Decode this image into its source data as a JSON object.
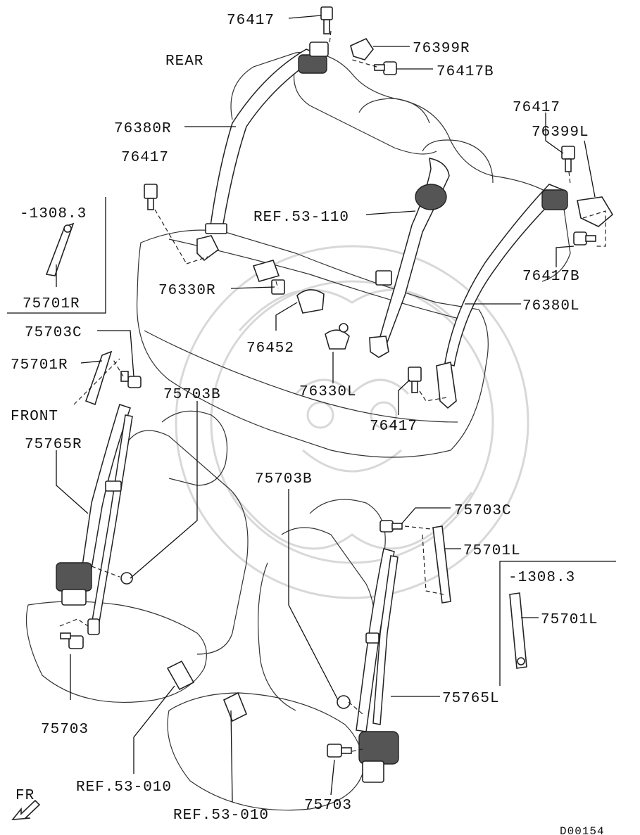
{
  "diagram_id": "D00154",
  "headings": {
    "rear": "REAR",
    "front": "FRONT",
    "fr_arrow": "FR"
  },
  "part_labels": [
    {
      "key": "p76417_top",
      "text": "76417"
    },
    {
      "key": "p76399R",
      "text": "76399R"
    },
    {
      "key": "p76417B_top",
      "text": "76417B"
    },
    {
      "key": "p76380R",
      "text": "76380R"
    },
    {
      "key": "p76417_left",
      "text": "76417"
    },
    {
      "key": "pREF53_110",
      "text": "REF.53-110"
    },
    {
      "key": "p76417_right",
      "text": "76417"
    },
    {
      "key": "p76399L",
      "text": "76399L"
    },
    {
      "key": "p76417B_right",
      "text": "76417B"
    },
    {
      "key": "p76380L",
      "text": "76380L"
    },
    {
      "key": "p76330R",
      "text": "76330R"
    },
    {
      "key": "p76452",
      "text": "76452"
    },
    {
      "key": "p76330L",
      "text": "76330L"
    },
    {
      "key": "p76417_mid",
      "text": "76417"
    },
    {
      "key": "p75703C_left",
      "text": "75703C"
    },
    {
      "key": "p75701R_left",
      "text": "75701R"
    },
    {
      "key": "p75703B_left",
      "text": "75703B"
    },
    {
      "key": "p75765R",
      "text": "75765R"
    },
    {
      "key": "p75703_left",
      "text": "75703"
    },
    {
      "key": "p75703B_right",
      "text": "75703B"
    },
    {
      "key": "p75703C_right",
      "text": "75703C"
    },
    {
      "key": "p75701L",
      "text": "75701L"
    },
    {
      "key": "p75765L",
      "text": "75765L"
    },
    {
      "key": "p75703_right",
      "text": "75703"
    },
    {
      "key": "pREF53_010_a",
      "text": "REF.53-010"
    },
    {
      "key": "pREF53_010_b",
      "text": "REF.53-010"
    }
  ],
  "callouts": {
    "right_box": {
      "range": "-1308.3",
      "part": "75701R"
    },
    "left_box": {
      "range": "-1308.3",
      "part": "75701L"
    }
  }
}
